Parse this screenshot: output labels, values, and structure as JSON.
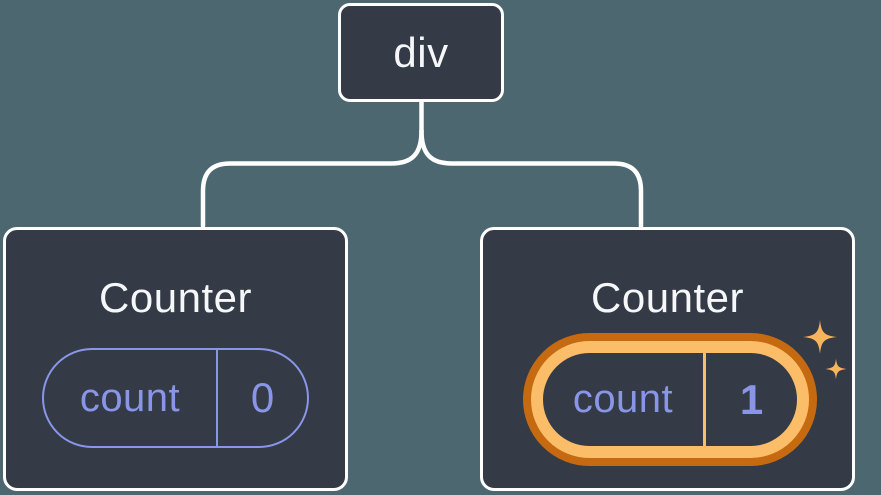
{
  "colors": {
    "background": "#4C6770",
    "node_fill": "#343A46",
    "node_border": "#FFFFFF",
    "connector": "#FFFFFF",
    "state_accent": "#8996E8",
    "highlight_ring_outer": "#C56A11",
    "highlight_ring_inner": "#FBBD68",
    "sparkle": "#F8B45C",
    "text": "#F6F7F9"
  },
  "tree": {
    "root": {
      "label": "div"
    },
    "children": [
      {
        "title": "Counter",
        "state": {
          "label": "count",
          "value": "0"
        },
        "highlighted": false
      },
      {
        "title": "Counter",
        "state": {
          "label": "count",
          "value": "1"
        },
        "highlighted": true
      }
    ]
  },
  "icons": {
    "sparkles": "sparkles-icon"
  }
}
